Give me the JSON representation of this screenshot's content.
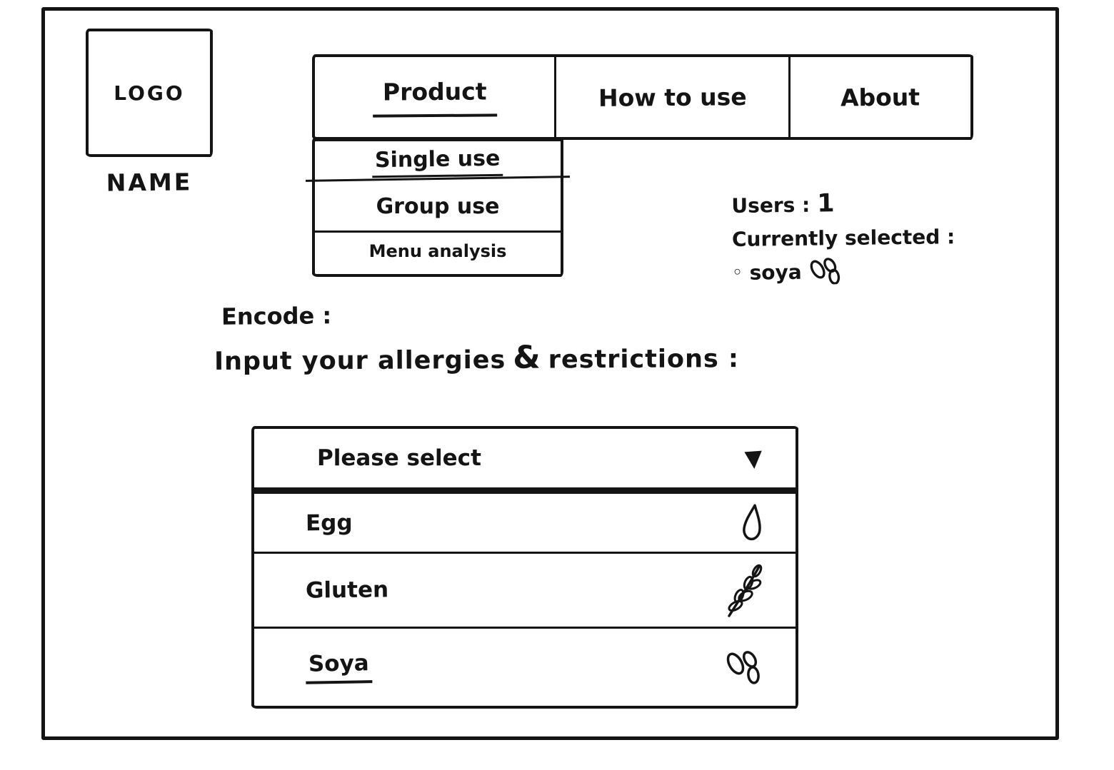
{
  "brand": {
    "logo": "LOGO",
    "name": "NAME"
  },
  "navbar": {
    "items": [
      {
        "label": "Product",
        "active": true
      },
      {
        "label": "How to use",
        "active": false
      },
      {
        "label": "About",
        "active": false
      }
    ]
  },
  "product_menu": {
    "items": [
      {
        "label": "Single use",
        "active": true
      },
      {
        "label": "Group use",
        "active": false
      },
      {
        "label": "Menu analysis",
        "active": false
      }
    ]
  },
  "status": {
    "users_label": "Users :",
    "users_count": "1",
    "selected_label": "Currently selected :",
    "bullet": "◦",
    "selected_item": "soya",
    "selected_icon": "soya-icon"
  },
  "form": {
    "encode_label": "Encode :",
    "instruction_part1": "Input your allergies",
    "instruction_amp": "&",
    "instruction_part2": "restrictions :"
  },
  "allergy_select": {
    "placeholder": "Please select",
    "caret": "▼",
    "options": [
      {
        "label": "Egg",
        "icon": "egg-icon",
        "selected": false
      },
      {
        "label": "Gluten",
        "icon": "wheat-icon",
        "selected": false
      },
      {
        "label": "Soya",
        "icon": "soya-icon",
        "selected": true
      }
    ]
  },
  "colors": {
    "ink": "#141414",
    "background": "#ffffff"
  }
}
